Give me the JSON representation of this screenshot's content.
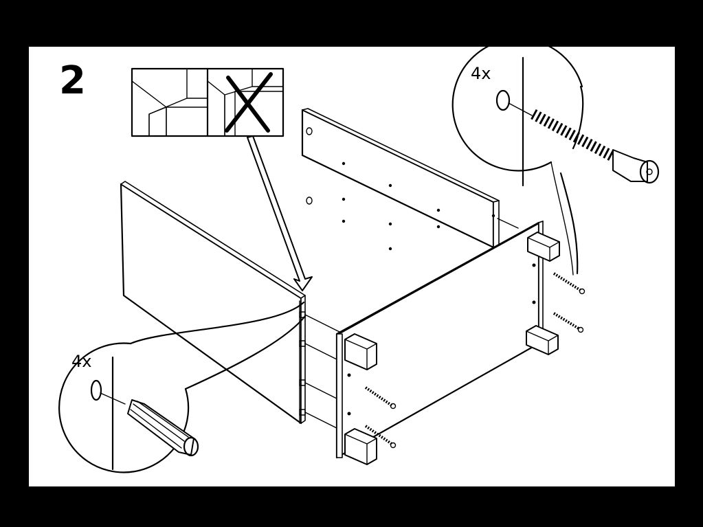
{
  "instruction_sheet": {
    "step_number": "2",
    "callouts": {
      "cam_bolt_quantity": "4x",
      "dowel_quantity": "4x"
    },
    "colors": {
      "background": "#000000",
      "sheet": "#ffffff",
      "ink": "#000000"
    }
  }
}
